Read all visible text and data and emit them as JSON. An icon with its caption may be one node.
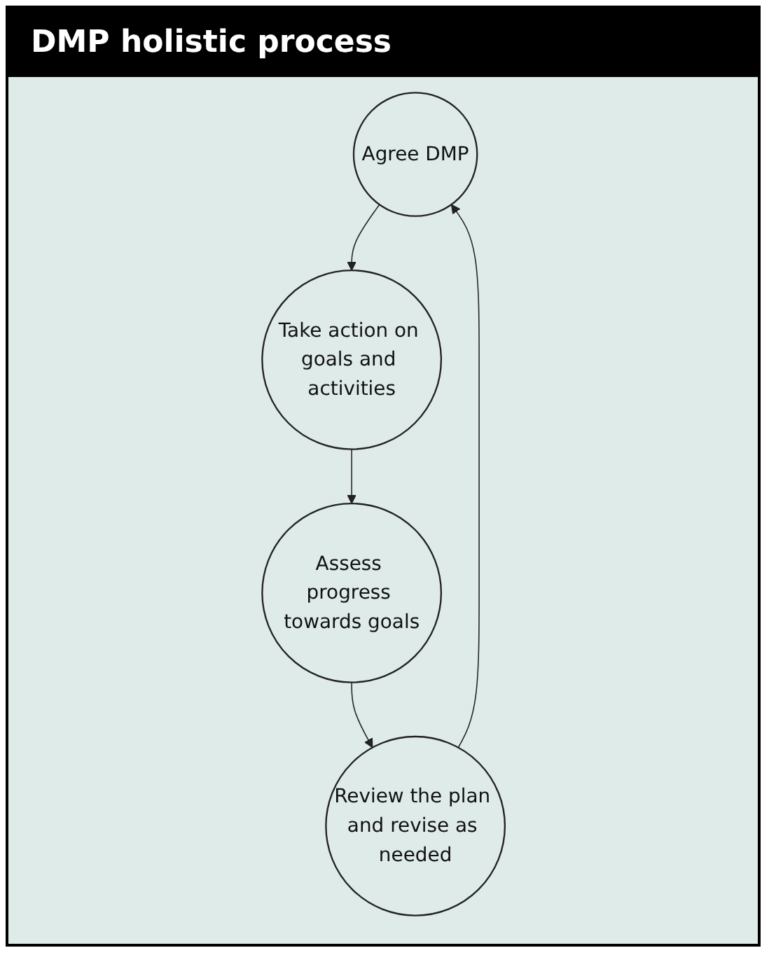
{
  "diagram": {
    "title": "DMP holistic process",
    "nodes": [
      {
        "text": [
          "Agree DMP"
        ]
      },
      {
        "text": [
          "Take action on goals and activities"
        ]
      },
      {
        "text": [
          "Assess progress towards goals"
        ]
      },
      {
        "text": [
          "Review the plan and revise as needed"
        ]
      }
    ],
    "edges": [
      {
        "from": 0,
        "to": 1,
        "arrow": "to"
      },
      {
        "from": 1,
        "to": 2,
        "arrow": "to"
      },
      {
        "from": 2,
        "to": 3,
        "arrow": "to"
      },
      {
        "from": 3,
        "to": 0,
        "arrow": "to"
      }
    ]
  }
}
